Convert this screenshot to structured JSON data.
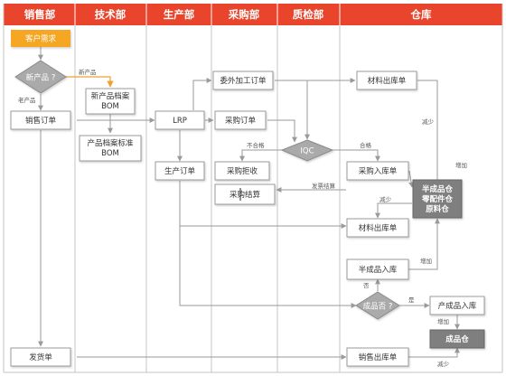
{
  "lanes": [
    {
      "id": "sales",
      "label": "销售部"
    },
    {
      "id": "tech",
      "label": "技术部"
    },
    {
      "id": "prod",
      "label": "生产部"
    },
    {
      "id": "purch",
      "label": "采购部"
    },
    {
      "id": "qc",
      "label": "质检部"
    },
    {
      "id": "wh",
      "label": "仓库"
    }
  ],
  "nodes": {
    "customer_demand": "客户需求",
    "new_product_q": "新产品 ?",
    "new_product_file_bom_line1": "新产品档案",
    "new_product_file_bom_line2": "BOM",
    "sales_order": "销售订单",
    "product_file_std_bom_line1": "产品档案标准",
    "product_file_std_bom_line2": "BOM",
    "delivery_note": "发货单",
    "lrp": "LRP",
    "production_order": "生产订单",
    "outsourcing_order": "委外加工订单",
    "purchase_order": "采购订单",
    "purchase_reject": "采购拒收",
    "purchase_settlement": "采购结算",
    "iqc": "IQC",
    "material_out_1": "材料出库单",
    "purchase_in": "采购入库单",
    "material_out_2": "材料出库单",
    "semi_in": "半成品入库",
    "finished_q": "成品否 ?",
    "finished_in": "产成品入库",
    "sales_out": "销售出库单",
    "warehouse_1": "半成品仓",
    "warehouse_2": "零配件仓",
    "warehouse_3": "原料仓",
    "finished_warehouse": "成品仓"
  },
  "edge_labels": {
    "new_product": "新产品",
    "old_product": "老产品",
    "fail": "不合格",
    "pass": "合格",
    "invoice_settlement": "发票结算",
    "decrease_1": "减少",
    "increase_1": "增加",
    "decrease_2": "减少",
    "increase_2": "增加",
    "no": "否",
    "yes": "是",
    "increase_3": "增加",
    "decrease_3": "减少"
  },
  "colors": {
    "header": "#e8452c",
    "customer": "#f5a623",
    "box_border": "#9a9a9a",
    "dark_box": "#7f7f7f",
    "arrow_orange": "#f0a030"
  }
}
